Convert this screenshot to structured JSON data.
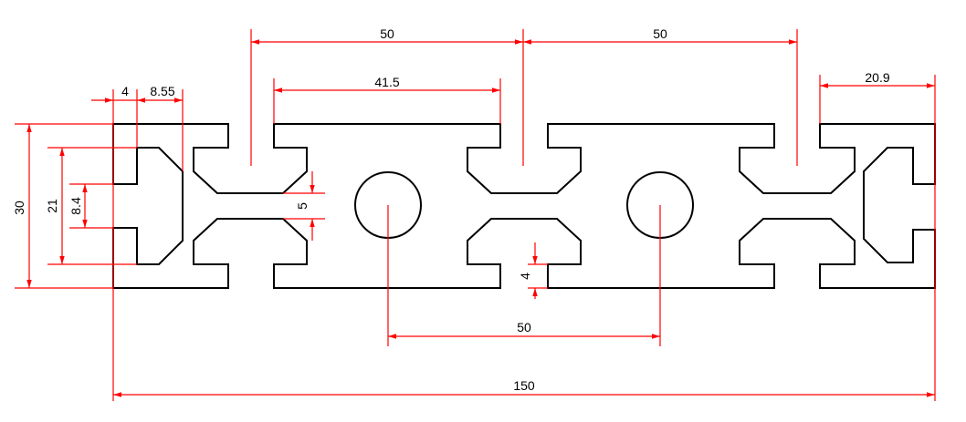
{
  "colors": {
    "profile_stroke": "#000000",
    "dimension_color": "#ff0000",
    "background": "#ffffff"
  },
  "dimensions": {
    "top_pitch_left": "50",
    "top_pitch_right": "50",
    "slot_width": "41.5",
    "end_width": "20.9",
    "wall_4": "4",
    "end_depth": "8.55",
    "height_total": "30",
    "height_inner": "21",
    "slot_opening": "8.4",
    "web_gap": "5",
    "lip_thickness": "4",
    "hole_pitch": "50",
    "overall_length": "150"
  }
}
